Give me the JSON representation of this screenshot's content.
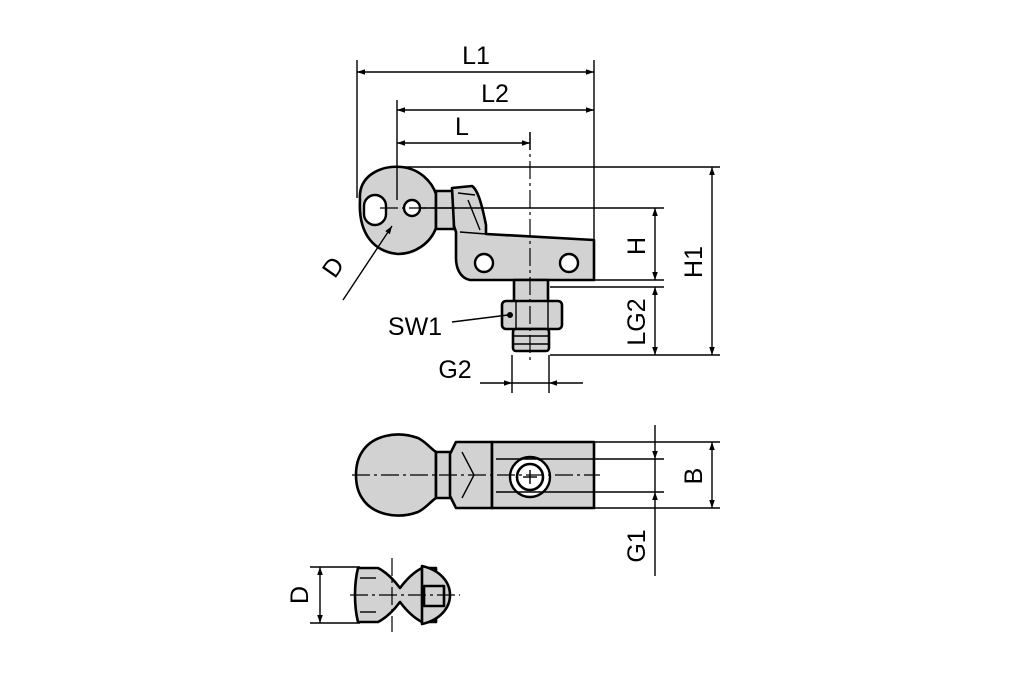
{
  "labels": {
    "L1": "L1",
    "L2": "L2",
    "L": "L",
    "D_side": "D",
    "H": "H",
    "H1": "H1",
    "LG2": "LG2",
    "SW1": "SW1",
    "G2": "G2",
    "B": "B",
    "G1": "G1",
    "D_end": "D"
  },
  "colors": {
    "part_fill": "#d2d2d2",
    "line": "#000000",
    "background": "#ffffff"
  }
}
